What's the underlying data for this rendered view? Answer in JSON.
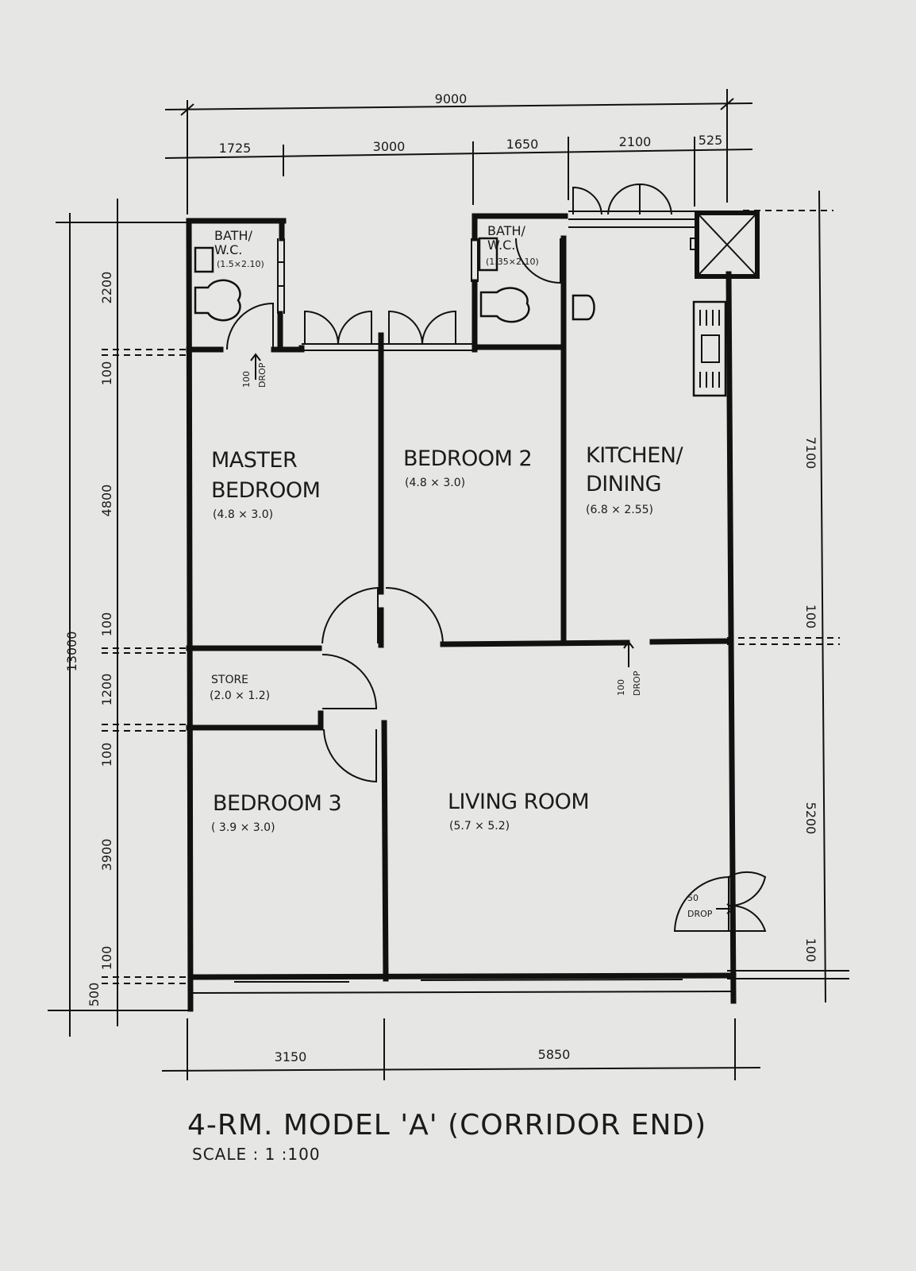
{
  "title": "4-RM. MODEL 'A' (CORRIDOR END)",
  "scale": "SCALE : 1 :100",
  "rooms": {
    "master_bedroom": {
      "name_line1": "MASTER",
      "name_line2": "BEDROOM",
      "size": "(4.8 × 3.0)"
    },
    "bedroom2": {
      "name": "BEDROOM 2",
      "size": "(4.8 × 3.0)"
    },
    "kitchen": {
      "name_line1": "KITCHEN/",
      "name_line2": "DINING",
      "size": "(6.8 × 2.55)"
    },
    "store": {
      "name": "STORE",
      "size": "(2.0 × 1.2)"
    },
    "bedroom3": {
      "name": "BEDROOM 3",
      "size": "( 3.9 × 3.0)"
    },
    "living": {
      "name": "LIVING ROOM",
      "size": "(5.7 × 5.2)"
    },
    "bath1": {
      "name_line1": "BATH/",
      "name_line2": "W.C.",
      "size": "(1.5×2.10)"
    },
    "bath2": {
      "name_line1": "BATH/",
      "name_line2": "W.C.",
      "size": "(1.35×2.10)"
    }
  },
  "drops": {
    "drop1": {
      "value": "100",
      "label": "DROP"
    },
    "drop2": {
      "value": "100",
      "label": "DROP"
    },
    "drop3": {
      "value": "50",
      "label": "DROP"
    }
  },
  "dimensions": {
    "top_total": "9000",
    "top": [
      "1725",
      "3000",
      "1650",
      "2100",
      "525"
    ],
    "bottom": [
      "3150",
      "5850"
    ],
    "left_total": "13000",
    "left": [
      "2200",
      "100",
      "4800",
      "100",
      "1200",
      "100",
      "3900",
      "100",
      "500"
    ],
    "right": [
      "7100",
      "100",
      "5200",
      "100"
    ]
  }
}
